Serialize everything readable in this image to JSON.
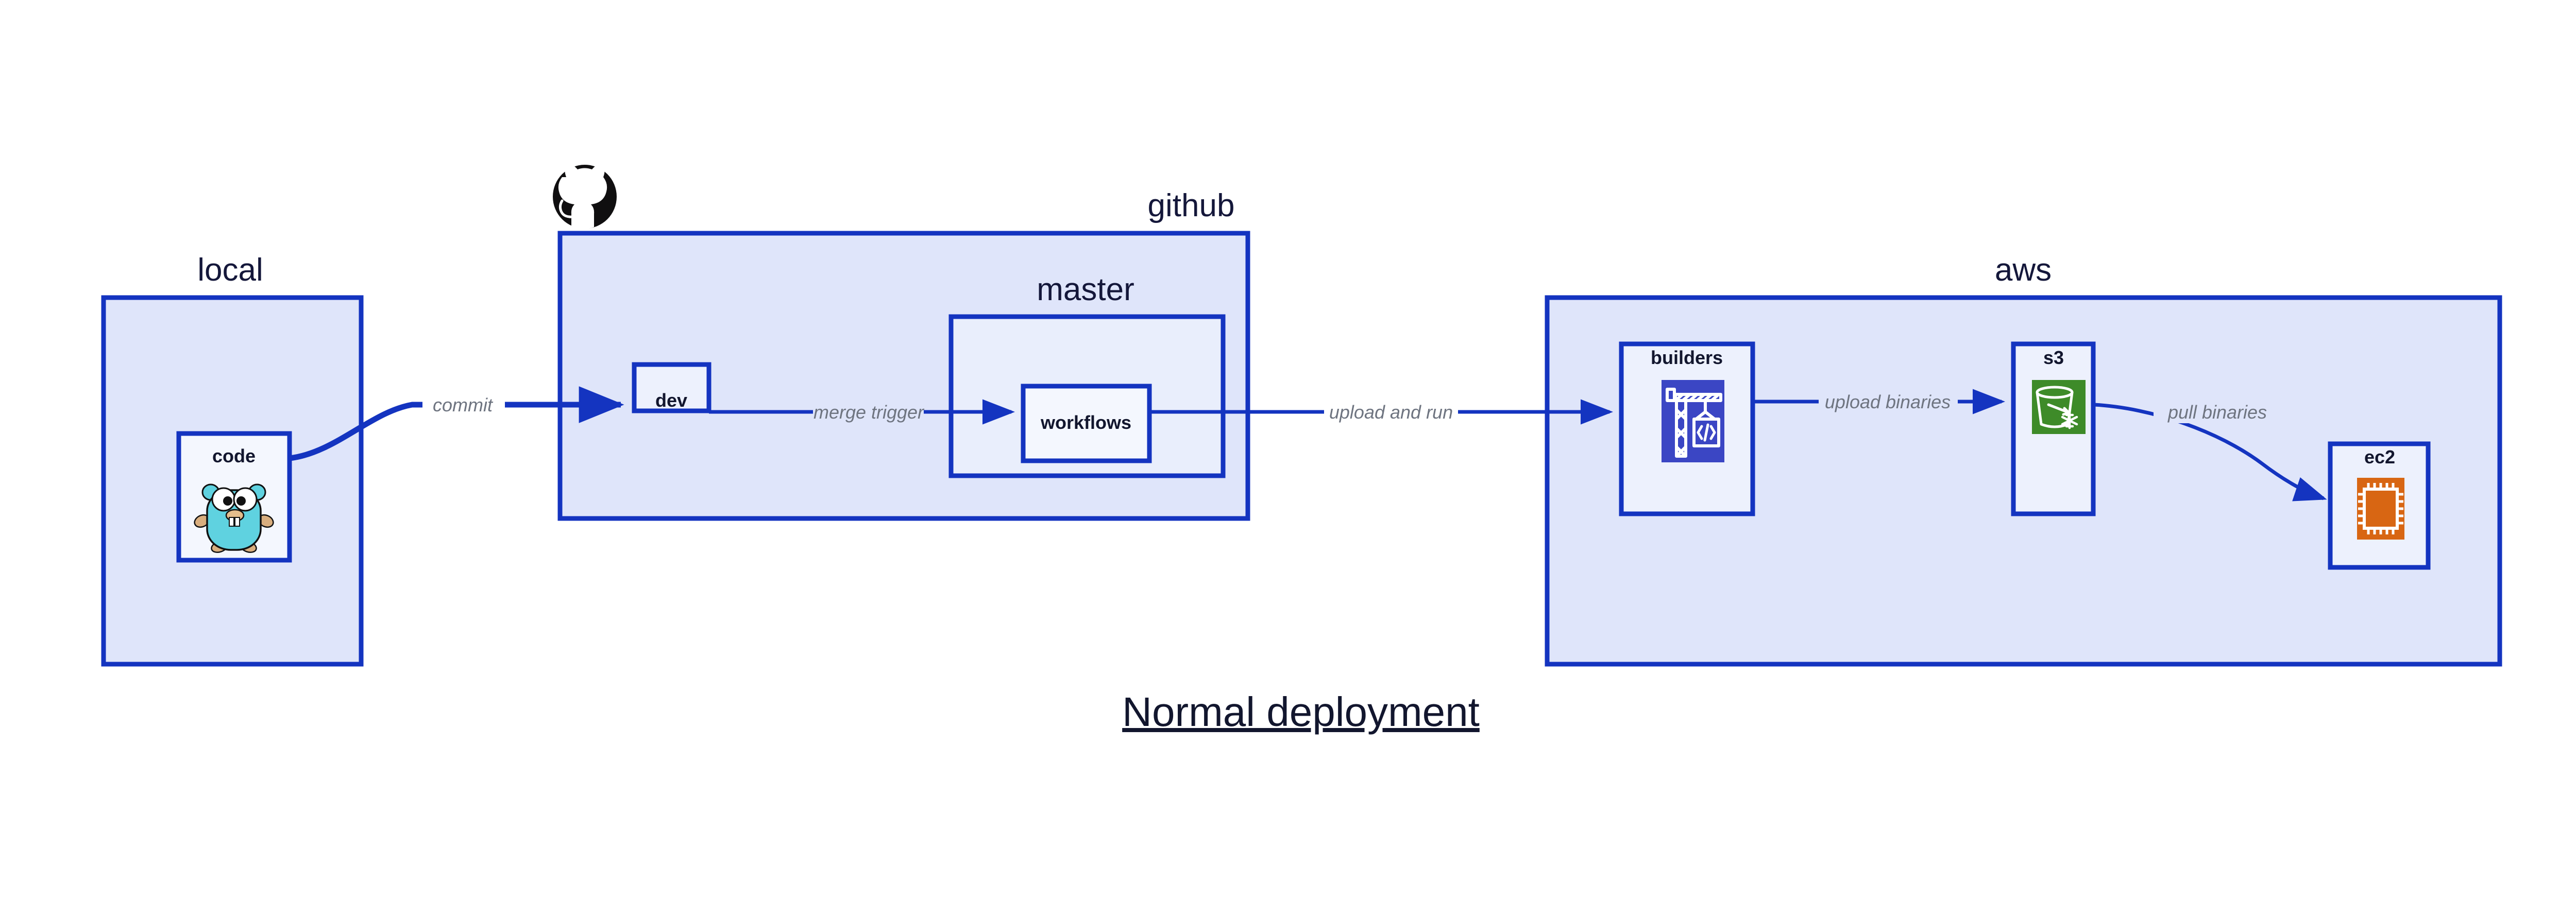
{
  "page": {
    "title": "Normal deployment",
    "background": "#ffffff",
    "accent_border": "#1434c0",
    "container_fill": "#dfe5fa",
    "subcontainer_fill": "#e9eefc",
    "node_fill": "#edf1fd",
    "label_color": "#6e7480",
    "title_color": "#12162e"
  },
  "groups": {
    "local": {
      "label": "local",
      "node": {
        "label": "code",
        "icon": "go-gopher-icon"
      }
    },
    "github": {
      "label": "github",
      "logo": "github-octocat-icon",
      "dev": {
        "label": "dev"
      },
      "master": {
        "label": "master",
        "workflows": {
          "label": "workflows"
        }
      }
    },
    "aws": {
      "label": "aws",
      "builders": {
        "label": "builders",
        "icon": "aws-builders-crane-icon",
        "icon_color": "#3b46c4"
      },
      "s3": {
        "label": "s3",
        "icon": "aws-s3-bucket-icon",
        "icon_color": "#3e8b29"
      },
      "ec2": {
        "label": "ec2",
        "icon": "aws-ec2-chip-icon",
        "icon_color": "#d86613"
      }
    }
  },
  "edges": [
    {
      "id": "commit",
      "label": "commit",
      "from": "code",
      "to": "dev"
    },
    {
      "id": "merge-trigger",
      "label": "merge trigger",
      "from": "dev",
      "to": "workflows"
    },
    {
      "id": "upload-run",
      "label": "upload and run",
      "from": "workflows",
      "to": "builders"
    },
    {
      "id": "upload-bin",
      "label": "upload binaries",
      "from": "builders",
      "to": "s3"
    },
    {
      "id": "pull-bin",
      "label": "pull binaries",
      "from": "s3",
      "to": "ec2"
    }
  ]
}
